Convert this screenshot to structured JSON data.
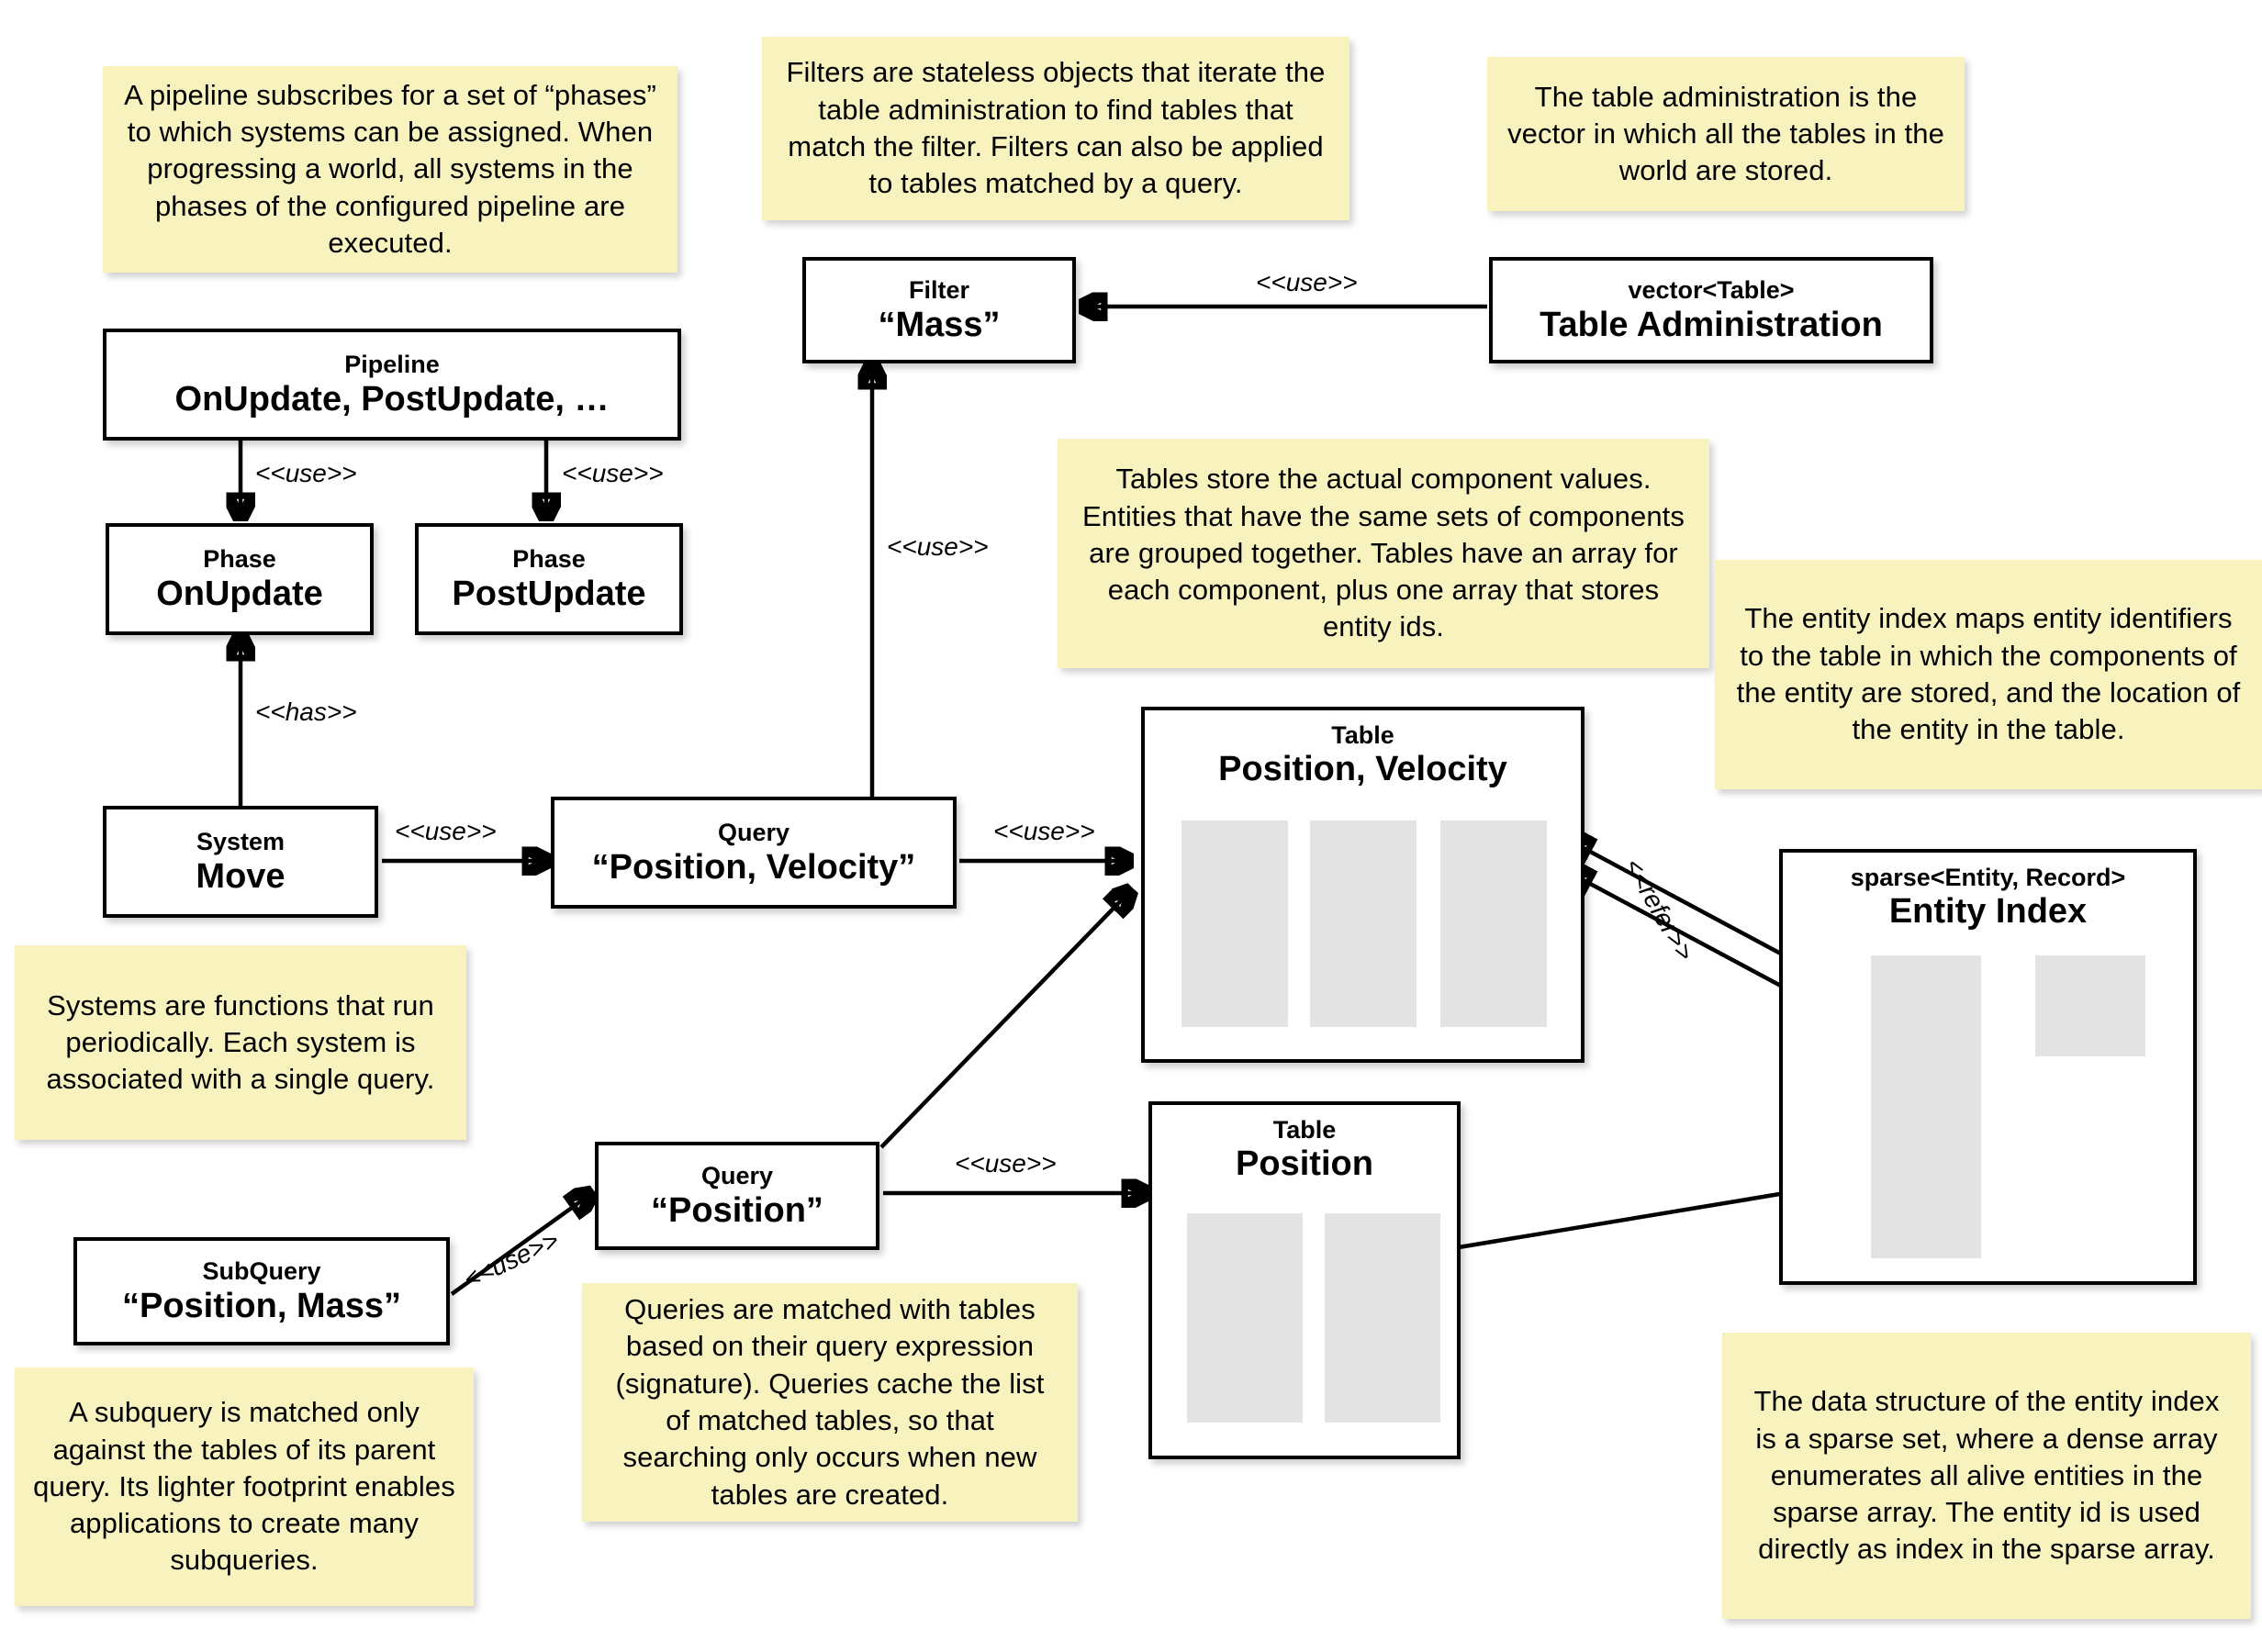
{
  "colors": {
    "note_bg": "#F8F3BE",
    "box_border": "#000000",
    "box_bg": "#FFFFFF",
    "column_fill": "#E3E3E3",
    "canvas_bg": "#FFFFFF"
  },
  "notes": [
    {
      "id": "note-pipeline",
      "text": "A pipeline subscribes for a set of “phases” to which systems can be assigned. When progressing a world, all systems in the phases of the configured pipeline are executed."
    },
    {
      "id": "note-filter",
      "text": "Filters are stateless objects that iterate the table administration to find tables that match the filter. Filters can also be applied to tables matched by a query."
    },
    {
      "id": "note-table-administration",
      "text": "The table administration is the vector in which all the tables in the world are stored."
    },
    {
      "id": "note-table",
      "text": "Tables store the actual component values. Entities that have the same sets of components are grouped together. Tables have an array for each component, plus one array that stores entity ids."
    },
    {
      "id": "note-entity-index",
      "text": "The entity index maps entity identifiers to the table in which the components of the entity are stored, and the location of the entity in the table."
    },
    {
      "id": "note-system",
      "text": "Systems are functions that run periodically. Each system is associated with a single query."
    },
    {
      "id": "note-query",
      "text": "Queries are matched with tables based on their query expression (signature). Queries cache the list of matched tables, so that searching only occurs when new tables are created."
    },
    {
      "id": "note-subquery",
      "text": "A subquery is matched only against the tables of its parent query. Its lighter footprint enables applications to create many subqueries."
    },
    {
      "id": "note-sparse-set",
      "text": "The data structure of the entity index is a sparse set, where a dense array enumerates all alive entities in the sparse array. The entity id is used directly as index in the sparse array."
    }
  ],
  "boxes": {
    "pipeline": {
      "stereotype": "Pipeline",
      "name": "OnUpdate, PostUpdate, …"
    },
    "phase_onupdate": {
      "stereotype": "Phase",
      "name": "OnUpdate"
    },
    "phase_postupdate": {
      "stereotype": "Phase",
      "name": "PostUpdate"
    },
    "system_move": {
      "stereotype": "System",
      "name": "Move"
    },
    "query_position_velocity": {
      "stereotype": "Query",
      "name": "“Position, Velocity”"
    },
    "query_position": {
      "stereotype": "Query",
      "name": "“Position”"
    },
    "subquery": {
      "stereotype": "SubQuery",
      "name": "“Position, Mass”"
    },
    "filter_mass": {
      "stereotype": "Filter",
      "name": "“Mass”"
    },
    "table_administration": {
      "stereotype": "vector<Table>",
      "name": "Table Administration"
    },
    "table_position_velocity": {
      "stereotype": "Table",
      "name": "Position, Velocity",
      "columns": 3
    },
    "table_position": {
      "stereotype": "Table",
      "name": "Position",
      "columns": 2
    },
    "entity_index": {
      "stereotype": "sparse<Entity, Record>",
      "name": "Entity Index"
    }
  },
  "edge_labels": {
    "pipeline_to_onupdate": "<<use>>",
    "pipeline_to_postupdate": "<<use>>",
    "system_has_phase": "<<has>>",
    "system_uses_query": "<<use>>",
    "query_uses_filter": "<<use>>",
    "query_uses_table": "<<use>>",
    "query_position_uses_table": "<<use>>",
    "subquery_uses_query": "<<use>>",
    "table_administration_uses_filter": "<<use>>",
    "entity_index_refer_table": "<<refer>>"
  }
}
